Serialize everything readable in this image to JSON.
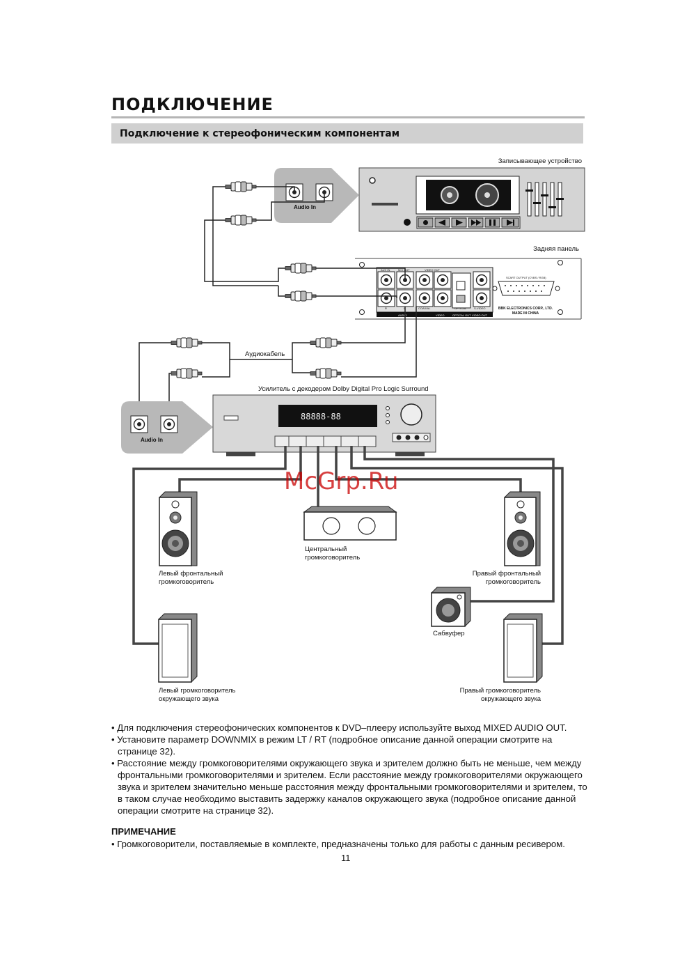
{
  "page": {
    "title": "ПОДКЛЮЧЕНИЕ",
    "section_title": "Подключение к стереофоническим компонентам",
    "page_number": "11"
  },
  "diagram": {
    "recording_device_label": "Записывающее устройство",
    "rear_panel_label": "Задняя панель",
    "audio_cable_label": "Аудиокабель",
    "amplifier_label": "Усилитель с декодером Dolby Digital Pro Logic Surround",
    "audio_in_label": "Audio In",
    "center_speaker_label": [
      "Центральный",
      "громкоговоритель"
    ],
    "left_front_label": [
      "Левый фронтальный",
      "громкоговоритель"
    ],
    "right_front_label": [
      "Правый фронтальный",
      "громкоговоритель"
    ],
    "subwoofer_label": "Сабвуфер",
    "left_surround_label": [
      "Левый громкоговоритель",
      "окружающего звука"
    ],
    "right_surround_label": [
      "Правый громкоговоритель",
      "окружающего звука"
    ],
    "panel_text": {
      "aux_in": "AUX IN",
      "mix_out": "MIX OUT",
      "video_out": "VIDEO OUT",
      "audio": "AUDIO",
      "video": "VIDEO",
      "optical_out": "OPTICAL OUT",
      "video_out_bottom": "VIDEO OUT",
      "coaxial": "COAXIAL",
      "optical": "OPTICAL",
      "s_video": "S-VIDEO",
      "scart": "SCART OUTPUT (CVBS / RGB)",
      "maker": "BBK ELECTRONICS CORP., LTD.",
      "made_in": "MADE IN CHINA",
      "r": "R",
      "l": "L"
    },
    "amp_display": "88888-88",
    "watermark": "McGrp.Ru"
  },
  "notes": [
    "Для подключения стереофонических компонентов к DVD–плееру используйте выход MIXED AUDIO OUT.",
    "Установите параметр DOWNMIX в режим LT / RT (подробное описание данной операции смотрите на странице 32).",
    "Расстояние между громкоговорителями окружающего звука и зрителем должно быть не меньше, чем между фронтальными громкоговорителями и зрителем. Если расстояние между громкоговорителями окружающего звука и зрителем значительно меньше расстояния между фронтальными громкоговорителями и зрителем, то в таком случае необходимо выставить задержку каналов окружающего звука (подробное описание данной операции смотрите на странице 32)."
  ],
  "note_heading": "ПРИМЕЧАНИЕ",
  "note_items": [
    "Громкоговорители, поставляемые в комплекте, предназначены только для работы с данным ресивером."
  ]
}
